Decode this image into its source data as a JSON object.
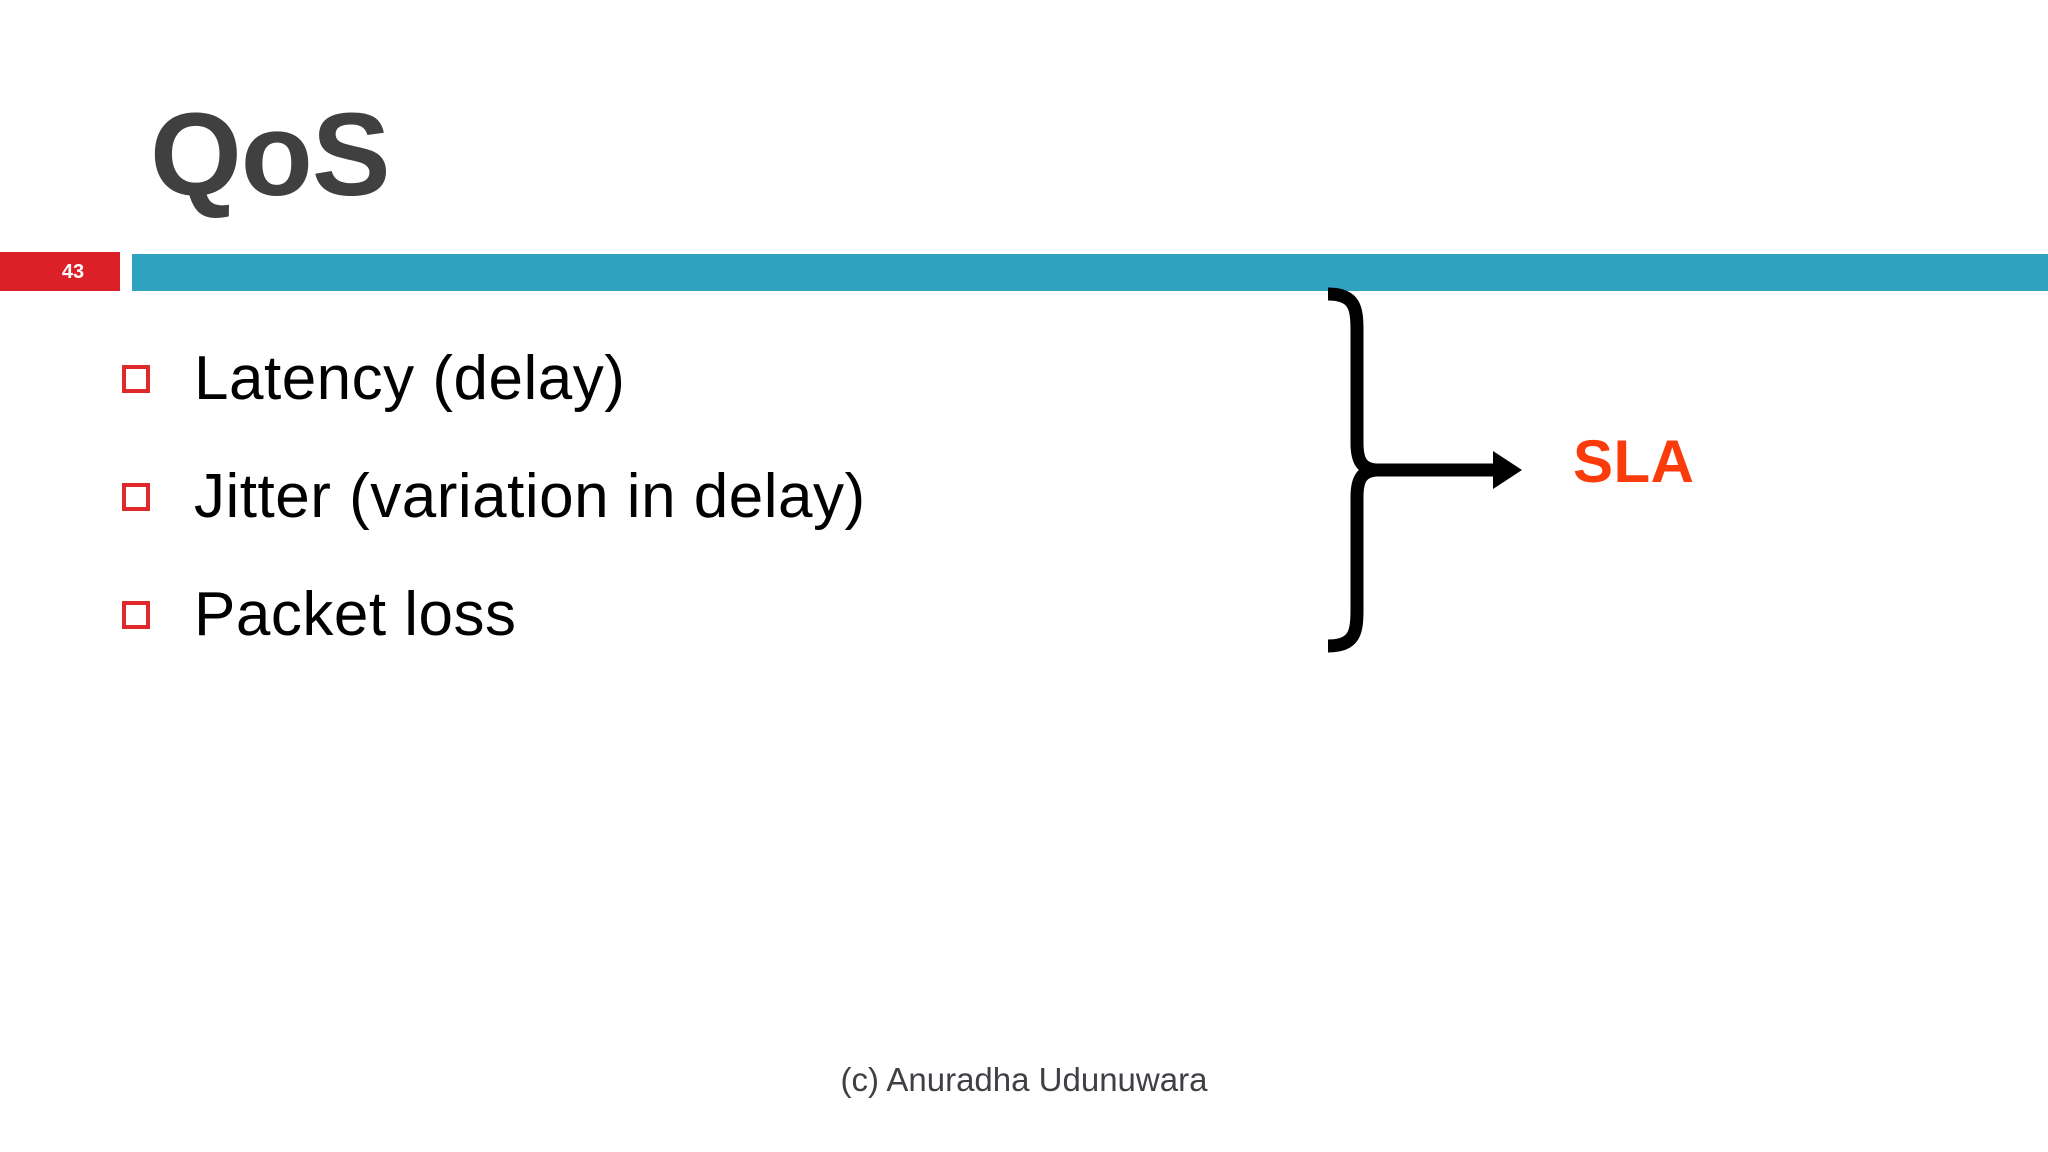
{
  "slide": {
    "title": "QoS",
    "number": "43",
    "background_color": "#FFFFFF",
    "title_color": "#404040",
    "accent_bar_color": "#2FA2C0",
    "number_badge_color": "#DC2028",
    "bullet_marker_color": "#E02A2A",
    "body_text_color": "#000000",
    "highlight_color": "#FA3C0C"
  },
  "body": {
    "bullets": [
      {
        "marker": "hollow-square-bullet",
        "text": "Latency (delay)"
      },
      {
        "marker": "hollow-square-bullet",
        "text": "Jitter (variation in delay)"
      },
      {
        "marker": "hollow-square-bullet",
        "text": "Packet loss"
      }
    ]
  },
  "diagram": {
    "brace": "right-curly-brace",
    "arrow": "right-arrow",
    "target_label": "SLA"
  },
  "footer": {
    "credit": "(c) Anuradha Udunuwara"
  }
}
